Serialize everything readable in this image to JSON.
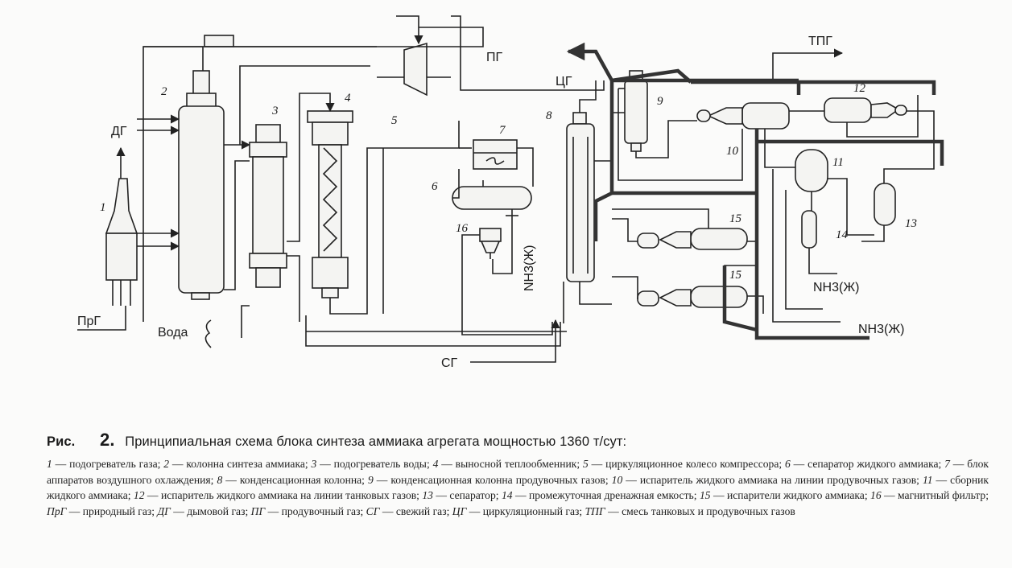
{
  "figure": {
    "label_prefix": "Рис.",
    "number": "2.",
    "title": "Принципиальная схема блока синтеза аммиака агрегата мощностью 1360 т/сут:"
  },
  "equipment_labels": [
    "1",
    "2",
    "3",
    "4",
    "5",
    "6",
    "7",
    "8",
    "9",
    "10",
    "11",
    "12",
    "13",
    "14",
    "15",
    "15",
    "16"
  ],
  "streams": {
    "dg": "ДГ",
    "prg": "ПрГ",
    "voda": "Вода",
    "pg": "ПГ",
    "cg": "ЦГ",
    "tpg": "ТПГ",
    "sg": "СГ",
    "nh3_liq_1": "NH3(Ж)",
    "nh3_liq_2": "NH3(Ж)",
    "nh3_liq_3": "NH3(Ж)"
  },
  "legend": [
    {
      "code": "1",
      "text": "подогреватель газа;"
    },
    {
      "code": "2",
      "text": "колонна синтеза аммиака;"
    },
    {
      "code": "3",
      "text": "подогреватель воды;"
    },
    {
      "code": "4",
      "text": "выносной теплообменник;"
    },
    {
      "code": "5",
      "text": "циркуляционное колесо компрессора;"
    },
    {
      "code": "6",
      "text": "сепаратор жидкого аммиака;"
    },
    {
      "code": "7",
      "text": "блок аппаратов воздушного охлаждения;"
    },
    {
      "code": "8",
      "text": "конденсационная колонна;"
    },
    {
      "code": "9",
      "text": "конденсационная колонна продувочных газов;"
    },
    {
      "code": "10",
      "text": "испаритель жидкого аммиака на линии продувочных газов;"
    },
    {
      "code": "11",
      "text": "сборник жидкого аммиака;"
    },
    {
      "code": "12",
      "text": "испаритель жидкого аммиака на линии танковых газов;"
    },
    {
      "code": "13",
      "text": "сепаратор;"
    },
    {
      "code": "14",
      "text": "промежуточная дренажная емкость;"
    },
    {
      "code": "15",
      "text": "испарители жидкого аммиака;"
    },
    {
      "code": "16",
      "text": "магнитный фильтр;"
    },
    {
      "code": "ПрГ",
      "text": "природный газ;"
    },
    {
      "code": "ДГ",
      "text": "дымовой газ;"
    },
    {
      "code": "ПГ",
      "text": "продувочный газ;"
    },
    {
      "code": "СГ",
      "text": "свежий газ;"
    },
    {
      "code": "ЦГ",
      "text": "циркуляционный газ;"
    },
    {
      "code": "ТПГ",
      "text": "смесь танковых и продувочных газов"
    }
  ]
}
